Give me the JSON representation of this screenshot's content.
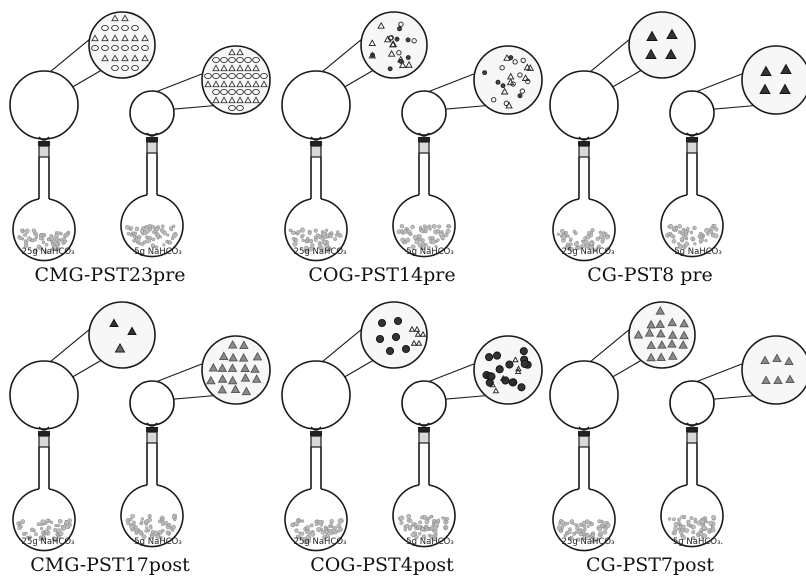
{
  "panels": [
    {
      "title": "CMG-PST23pre",
      "left_label": "25g NaHCO₃",
      "right_label": "5g NaHCO₃",
      "left_zoom": "triangles-circles-outline",
      "right_zoom": "triangles-circles-dense"
    },
    {
      "title": "COG-PST14pre",
      "left_label": "25g NaHCO₃",
      "right_label": "5g NaHCO₃",
      "left_zoom": "mixed-sparse",
      "right_zoom": "mixed-dots"
    },
    {
      "title": "CG-PST8 pre",
      "left_label": "25g NaHCO₃",
      "right_label": "5g NaHCO₃",
      "left_zoom": "dark-triangles-few",
      "right_zoom": "dark-triangles-few"
    },
    {
      "title": "CMG-PST17post",
      "left_label": "25g NaHCO₃",
      "right_label": "5g NaHCO₃",
      "left_zoom": "dark-triangles-three",
      "right_zoom": "gray-triangles-many"
    },
    {
      "title": "COG-PST4post",
      "left_label": "25g NaHCO₃",
      "right_label": "5g NaHCO₃",
      "left_zoom": "dark-dots-outline-triangles",
      "right_zoom": "dark-dots-dense"
    },
    {
      "title": "CG-PST7post",
      "left_label": "25g NaHCO₃",
      "right_label": "5g NaHCO₃.",
      "left_zoom": "gray-triangles-many",
      "right_zoom": "gray-triangles-six"
    }
  ],
  "colors": {
    "ink": "#1a1a1a",
    "powder": "#bdbdbd",
    "gray_particle": "#8a8a8a",
    "dark_particle": "#333333"
  }
}
